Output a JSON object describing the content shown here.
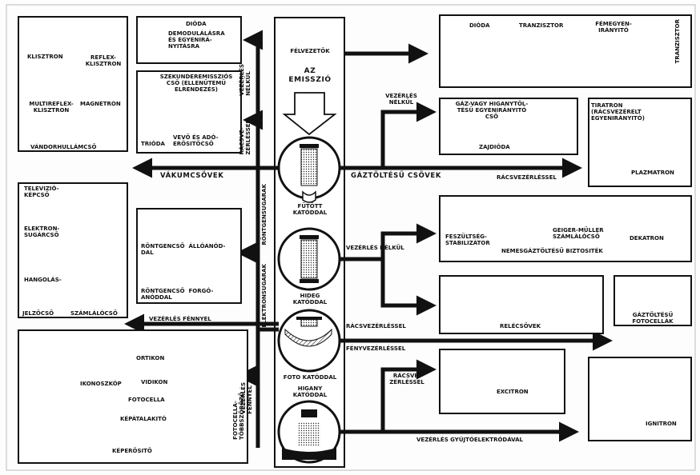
{
  "center": {
    "felvezetok": "FÉLVEZETŐK",
    "emisszio": "AZ\nEMISSZIÓ",
    "futott": "FŰTÖTT\nKATÓDDAL",
    "hideg": "HIDEG\nKATÓDDAL",
    "foto": "FOTO KATÓDDAL",
    "higany": "HIGANY\nKATÓDDAL"
  },
  "arrows": {
    "vakumcsovek": "VÁKUMCSÖVEK",
    "gaztoltesu": "GÁZTÖLTÉSŰ  CSÖVEK",
    "racsvez_1": "RÁCSVEZÉRLÉSSEL",
    "vez_nelkul_top": "VEZÉRLÉS\nNÉLKÜL",
    "vez_nelkul_mid": "VEZÉRLÉS  NÉLKÜL",
    "racsvez_2": "RÁCSVEZÉRLÉSSEL",
    "fenyvez": "FÉNYVEZÉRLÉSSEL",
    "racsvez_3": "RÁCSVE-\nZÉRLÉSSEL",
    "gyujto": "VEZÉRLÉS  GYÚJTÓELEKTRÓDÁVAL",
    "vez_fennyel_h": "VEZÉRLÉS  FÉNNYEL",
    "v_vez_nelkul": "VEZÉRLÉS\nNÉLKÜL",
    "v_racsvez": "RÁCSVE-\nZÉRLÉSSEL",
    "v_rontgen": "RÖNTGENSUGARAK",
    "v_elektron": "ELEKTRONSUGARAK",
    "v_vez_fennyel": "VEZÉRLÉS\nFÉNNYEL"
  },
  "boxes": {
    "klisztron": {
      "klisztron": "KLISZTRON",
      "reflex": "REFLEX-\nKLISZTRON",
      "multi": "MULTIREFLEX-\nKLISZTRON",
      "magnetron": "MAGNETRON",
      "vandor": "VÁNDORHULLÁMCSŐ"
    },
    "dioda": {
      "dioda": "DIÓDA",
      "desc": "DEMODULÁLÁSRA\nÉS EGYENIRÁ-\nNYITÁSRA"
    },
    "szekunder": {
      "title": "SZEKUNDEREMISSZIÓS\nCSŐ (ELLENÜTEMŰ\nELRENDEZÉS)",
      "trioda": "TRIÓDA",
      "vevo": "VEVŐ ÉS ADÓ-\nERŐSITŐCSŐ"
    },
    "felvezeto": {
      "dioda": "DIÓDA",
      "tranzisztor": "TRANZISZTOR",
      "fem": "FÉMEGYEN-\nIRÁNYITÓ",
      "tranz_v": "TRANZISZTOR"
    },
    "gaz": {
      "title": "GÁZ-VAGY HIGANYTÖL-\nTÉSŰ EGYENIRÁNYITÓ\nCSŐ",
      "zaj": "ZAJDIÓDA"
    },
    "tiratron": {
      "title": "TIRATRON\n(RÁCSVEZÉRELT\nEGYENIRÁNYITÓ)",
      "plazma": "PLAZMATRON"
    },
    "tv": {
      "tv": "TELEVIZIÓ-\nKÉPCSŐ",
      "elektron": "ELEKTRON-\nSUGÁRCSŐ",
      "hangolas": "HANGOLÁS-",
      "jelzo": "JELZŐCSŐ",
      "szamlalo": "SZÁMLÁLÓCSŐ"
    },
    "rontgen": {
      "allo": "RÖNTGENCSŐ  ÁLLÓANÓD-\nDAL",
      "forgo": "RÖNTGENCSŐ  FORGÓ-\nANÓDDAL"
    },
    "feszultseg": {
      "stab": "FESZÜLTSÉG-\nSTABILIZÁTOR",
      "geiger": "GEIGER-MÜLLER\nSZÁMLÁLÓCSŐ",
      "nemes": "NEMESGÁZTÖLTÉSŰ  BIZTOSITÉK",
      "dekatron": "DEKATRON"
    },
    "rele": {
      "title": "RELÉCSÖVEK"
    },
    "fotocella": {
      "title": "GÁZTÖLTÉSŰ\nFOTOCELLÁK"
    },
    "ikonoszkop": {
      "ortikon": "ORTIKON",
      "ikon": "IKONOSZKÓP",
      "vidikon": "VIDIKON",
      "fotocella": "FOTOCELLA",
      "kepatalakito": "KÉPÁTALAKITÓ",
      "keperosito": "KÉPERŐSITŐ",
      "fototobb": "FOTOCELLA-\nTÖBBSZÖRÖZŐ"
    },
    "excitron": {
      "title": "EXCITRON"
    },
    "ignitron": {
      "title": "IGNITRON"
    }
  }
}
